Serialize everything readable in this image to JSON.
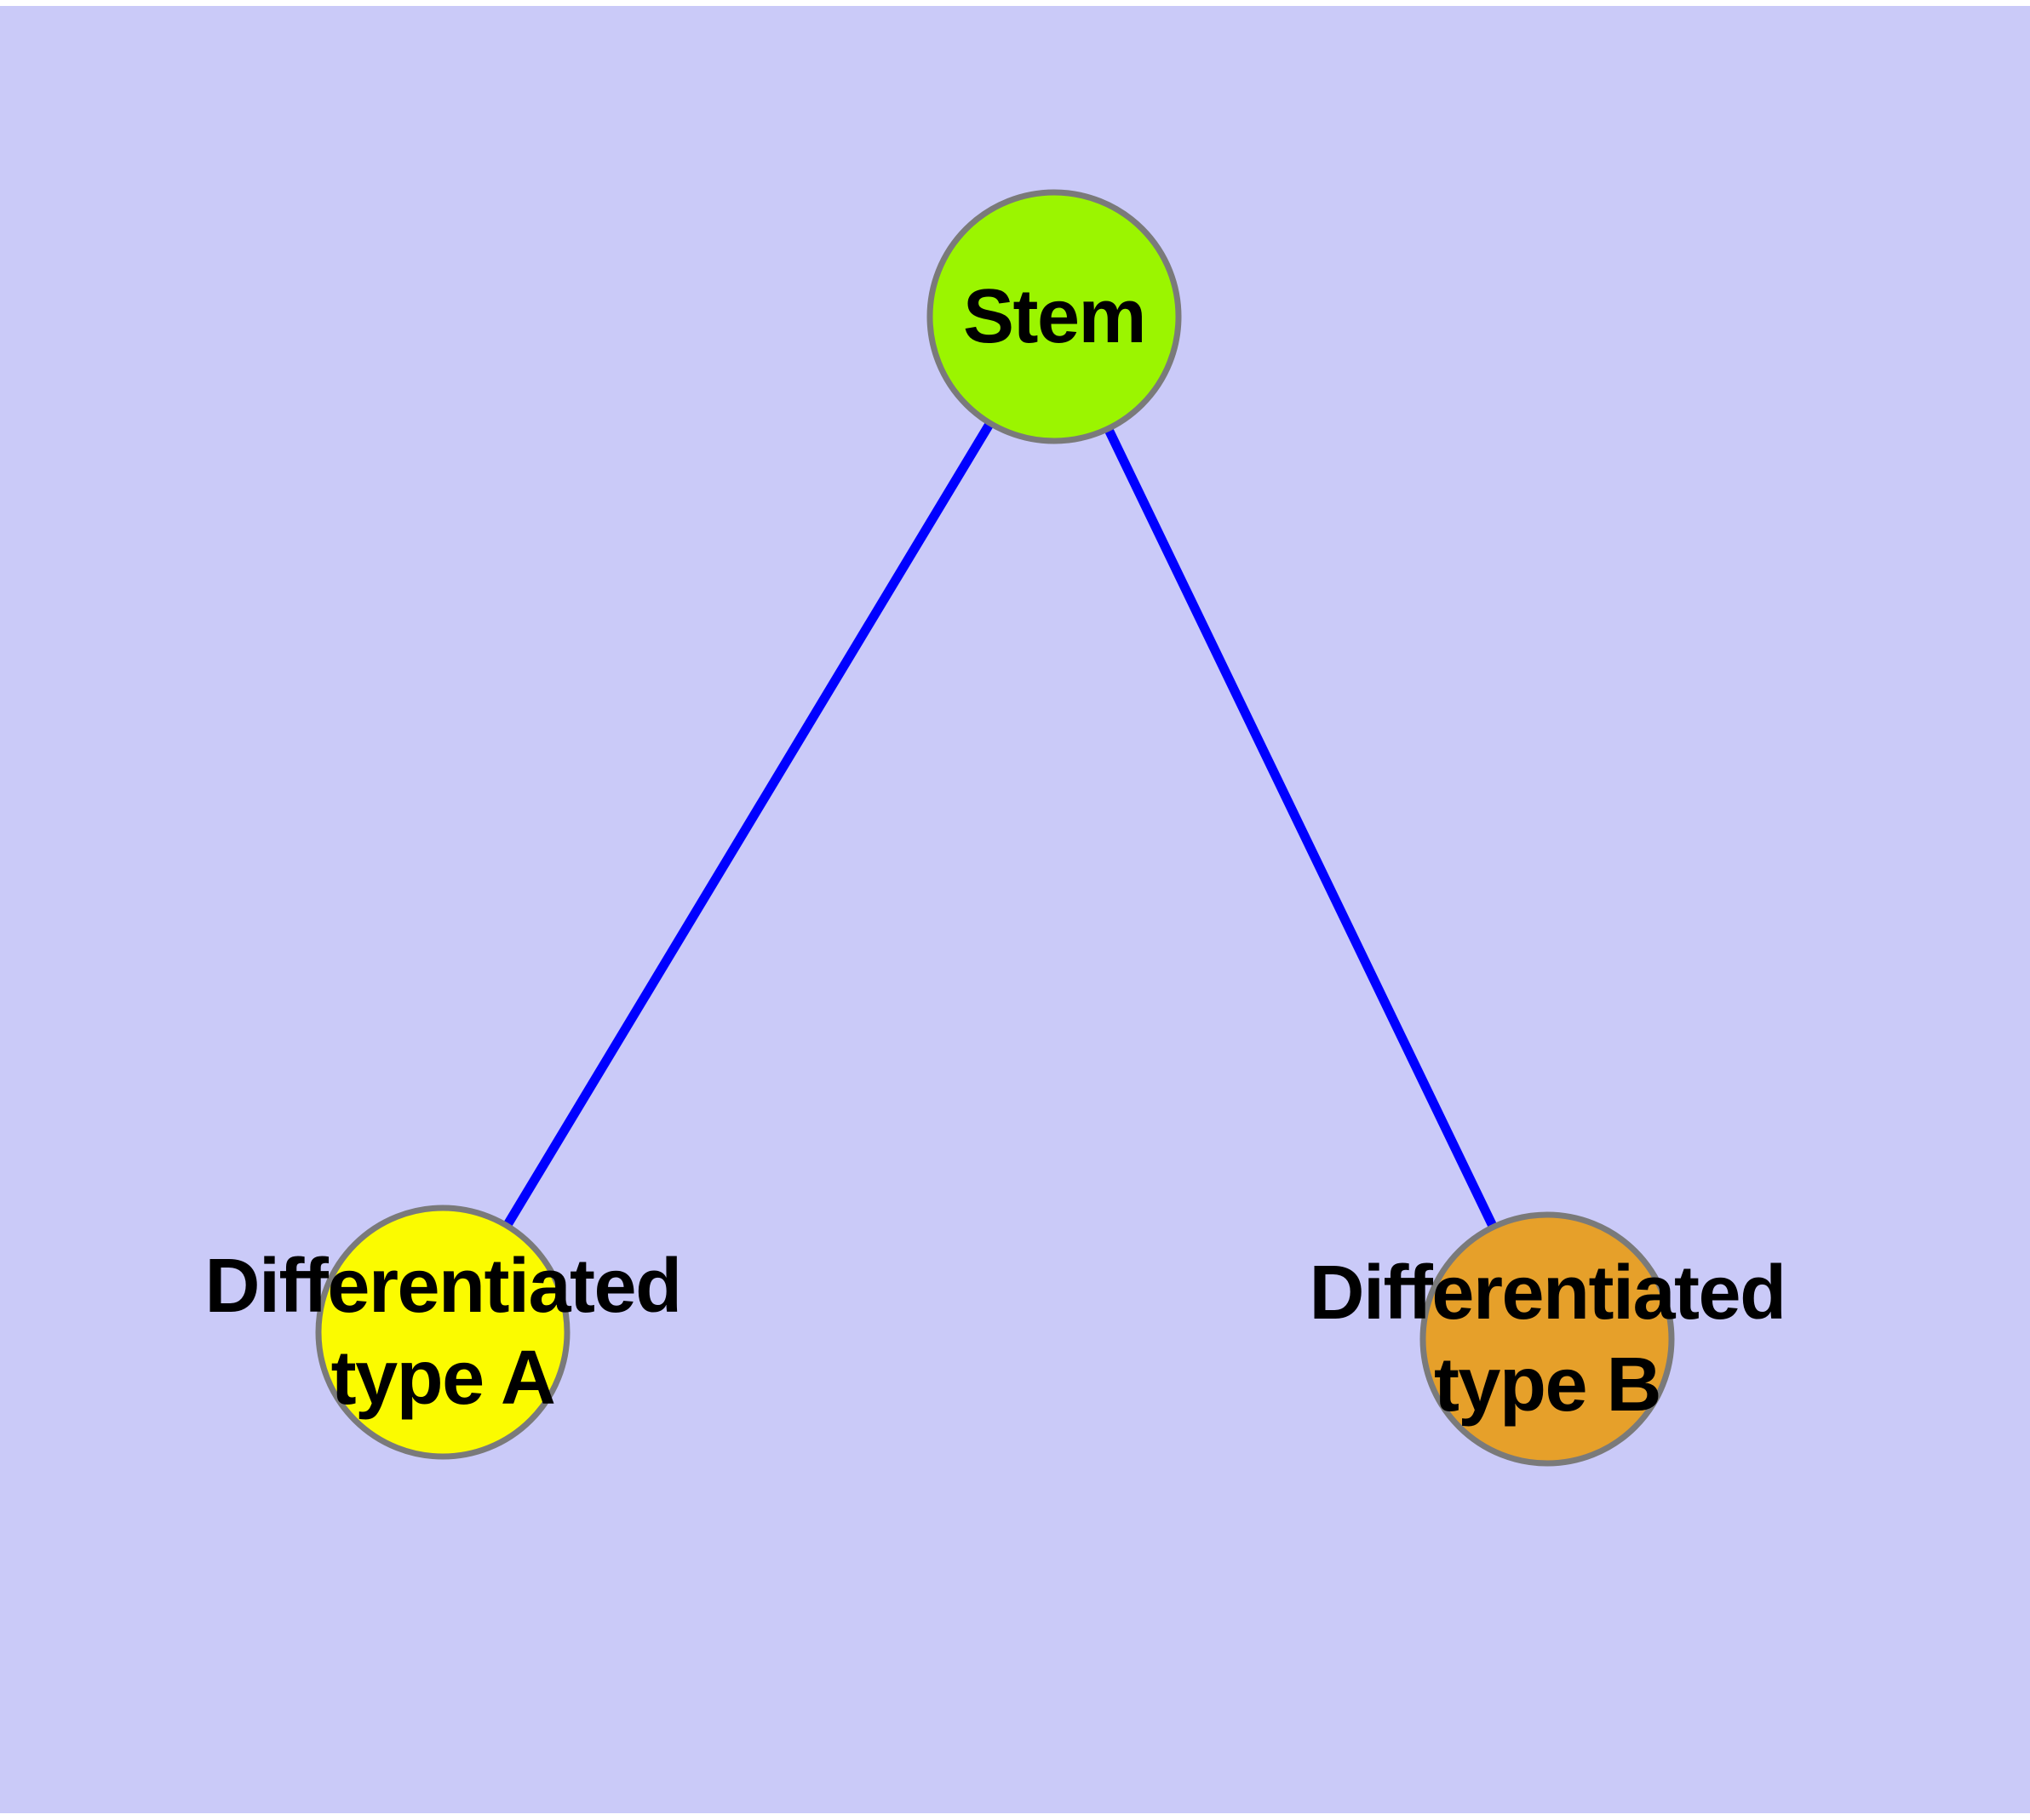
{
  "colors": {
    "page_background": "#FFFFFF",
    "panel_background": "#CACAF8",
    "edge": "#0000FF",
    "node_border": "#7A7A7A",
    "label_text": "#000000"
  },
  "nodes": [
    {
      "id": "stem",
      "label": "Stem",
      "fill": "#9BF500"
    },
    {
      "id": "type-a",
      "label": "Differentiated\ntype A",
      "fill": "#FBFB00"
    },
    {
      "id": "type-b",
      "label": "Differentiated\ntype B",
      "fill": "#E6A02A"
    }
  ],
  "edges": [
    {
      "from": "Stem",
      "to": "Differentiated type A"
    },
    {
      "from": "Stem",
      "to": "Differentiated type B"
    }
  ]
}
